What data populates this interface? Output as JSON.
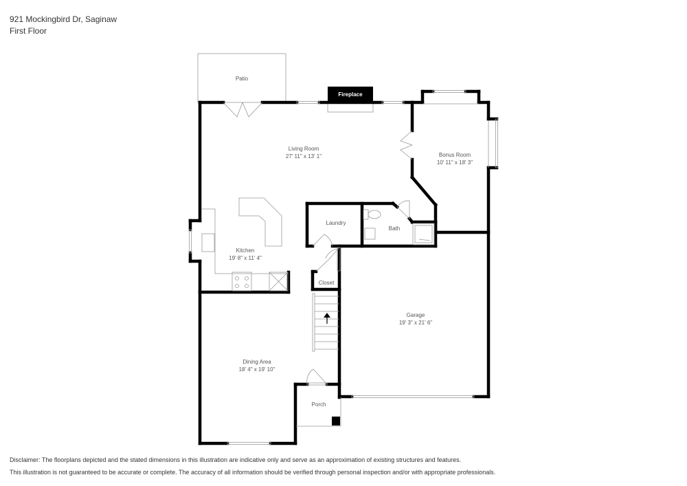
{
  "header": {
    "address": "921 Mockingbird Dr, Saginaw",
    "floor": "First Floor"
  },
  "rooms": [
    {
      "id": "patio",
      "name": "Patio",
      "dims": ""
    },
    {
      "id": "fireplace",
      "name": "Fireplace",
      "dims": ""
    },
    {
      "id": "living-room",
      "name": "Living Room",
      "dims": "27' 11\" x 13' 1\""
    },
    {
      "id": "bonus-room",
      "name": "Bonus Room",
      "dims": "10' 11\" x 18' 3\""
    },
    {
      "id": "kitchen",
      "name": "Kitchen",
      "dims": "19' 8\" x 11' 4\""
    },
    {
      "id": "laundry",
      "name": "Laundry",
      "dims": ""
    },
    {
      "id": "bath",
      "name": "Bath",
      "dims": ""
    },
    {
      "id": "closet",
      "name": "Closet",
      "dims": ""
    },
    {
      "id": "garage",
      "name": "Garage",
      "dims": "19' 3\" x 21' 6\""
    },
    {
      "id": "dining-area",
      "name": "Dining Area",
      "dims": "18' 4\" x 19' 10\""
    },
    {
      "id": "porch",
      "name": "Porch",
      "dims": ""
    }
  ],
  "disclaimer": {
    "line1": "Disclaimer: The floorplans depicted and the stated dimensions in this illustration are indicative only and serve as an approximation of existing structures and features.",
    "line2": "This illustration is not guaranteed to be accurate or complete. The accuracy of all information should be verified through personal inspection and/or with appropriate professionals."
  },
  "colors": {
    "wall": "#000000",
    "thin_line": "#999999",
    "text": "#555555"
  }
}
